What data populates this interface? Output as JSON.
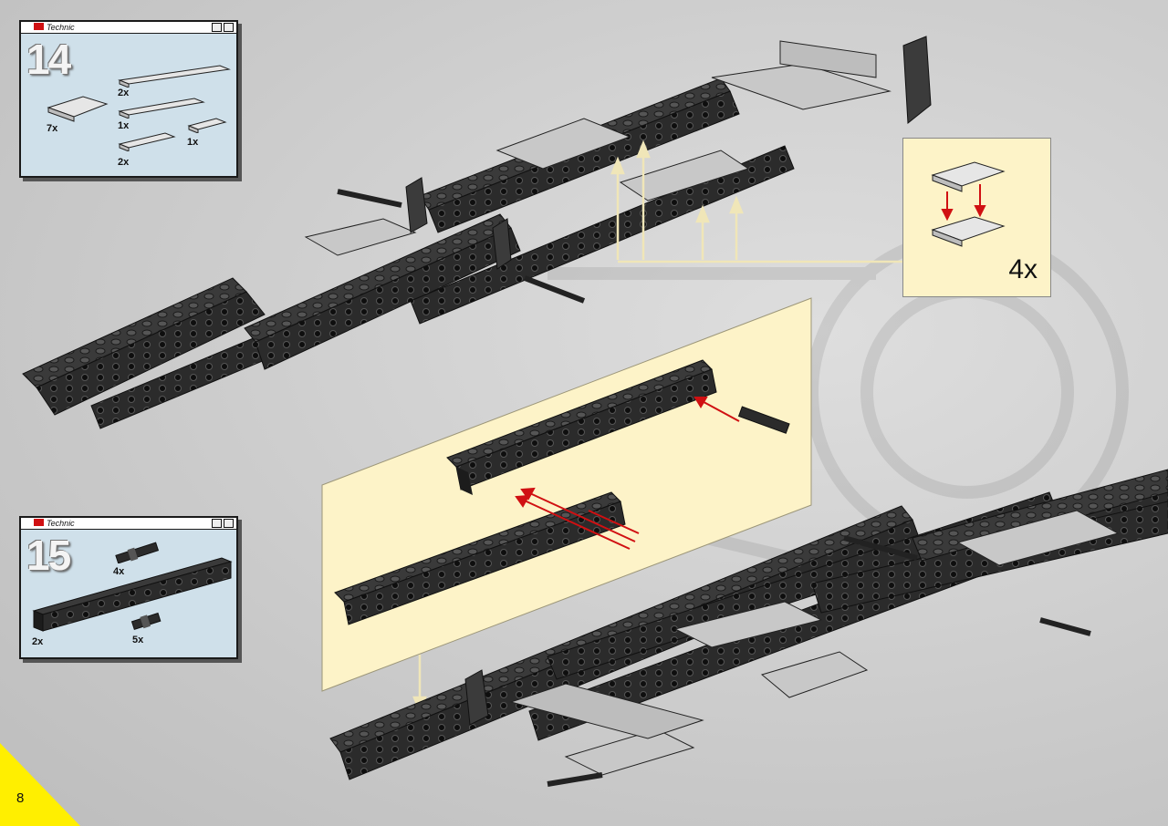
{
  "step14": {
    "number": "14",
    "brand": "Technic",
    "parts": [
      {
        "qty": "7x",
        "name": "plate-2x3-curved"
      },
      {
        "qty": "2x",
        "name": "plate-1x8"
      },
      {
        "qty": "1x",
        "name": "plate-1x6"
      },
      {
        "qty": "1x",
        "name": "plate-1x2"
      },
      {
        "qty": "2x",
        "name": "plate-1x4"
      }
    ]
  },
  "step15": {
    "number": "15",
    "brand": "Technic",
    "parts": [
      {
        "qty": "4x",
        "name": "connector-peg-long"
      },
      {
        "qty": "2x",
        "name": "technic-brick-1x16"
      },
      {
        "qty": "5x",
        "name": "connector-peg"
      }
    ]
  },
  "inset": {
    "count": "4x"
  },
  "page": {
    "number": "8"
  },
  "colors": {
    "background": "#cfcfcf",
    "step_box": "#cfe0ea",
    "inset_panel": "#fdf3c8",
    "brick_black": "#2b2b2b",
    "plate_light_gray": "#c8c8c8",
    "arrow_red": "#d01012",
    "corner_yellow": "#ffef00"
  }
}
